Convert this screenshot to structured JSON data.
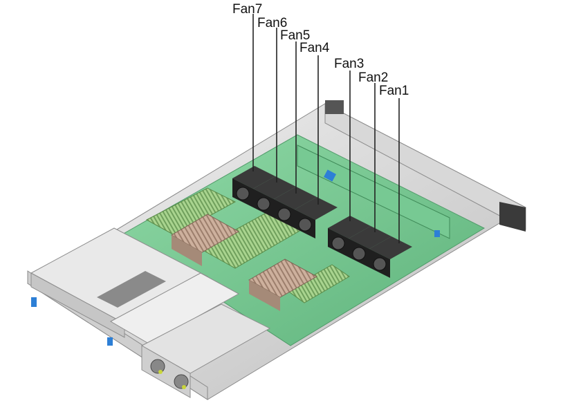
{
  "fans": [
    {
      "id": "fan7",
      "label": "Fan7"
    },
    {
      "id": "fan6",
      "label": "Fan6"
    },
    {
      "id": "fan5",
      "label": "Fan5"
    },
    {
      "id": "fan4",
      "label": "Fan4"
    },
    {
      "id": "fan3",
      "label": "Fan3"
    },
    {
      "id": "fan2",
      "label": "Fan2"
    },
    {
      "id": "fan1",
      "label": "Fan1"
    }
  ],
  "colors": {
    "pcb": "#7fcf98",
    "pcb_dark": "#5fb37c",
    "chassis": "#e6e6e6",
    "chassis_dark": "#b9b9b9",
    "heatsink": "#c9ab98",
    "dimm": "#9ccc86",
    "fan": "#2b2b2b",
    "accent_blue": "#2d7fd6"
  }
}
